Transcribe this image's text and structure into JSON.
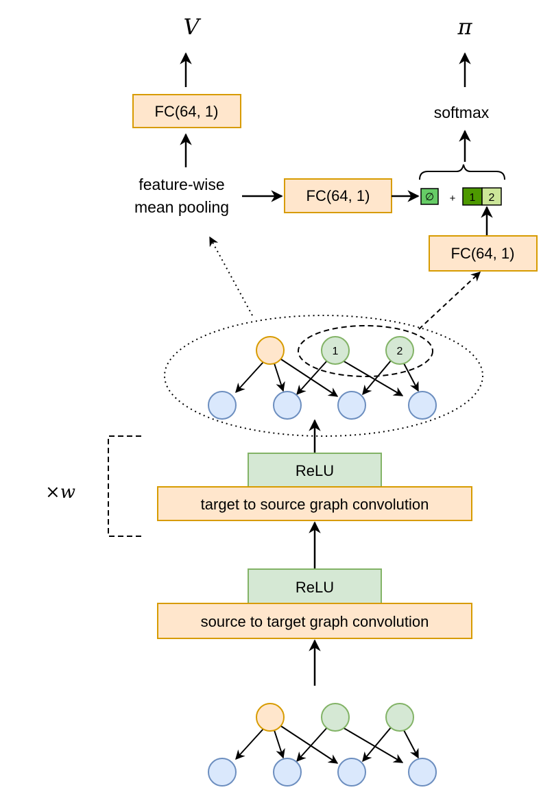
{
  "outputs": {
    "value_label": "V",
    "policy_label": "π"
  },
  "value_head": {
    "fc_label": "FC(64, 1)",
    "pooling_line1": "feature-wise",
    "pooling_line2": "mean pooling"
  },
  "policy_head": {
    "fc_mid_label": "FC(64, 1)",
    "fc_low_label": "FC(64, 1)",
    "softmax_label": "softmax",
    "null_symbol": "∅",
    "plus_symbol": "+",
    "action_1": "1",
    "action_2": "2"
  },
  "graph_top": {
    "node_1_label": "1",
    "node_2_label": "2"
  },
  "stack": {
    "repeat_label": "×w",
    "relu_upper": "ReLU",
    "conv_upper": "target to source graph convolution",
    "relu_lower": "ReLU",
    "conv_lower": "source to target graph convolution"
  },
  "colors": {
    "orange_fill": "#ffe6cc",
    "orange_stroke": "#d79b00",
    "green_fill": "#d5e8d4",
    "green_stroke": "#82b366",
    "blue_fill": "#dae8fc",
    "blue_stroke": "#6c8ebf",
    "null_fill": "#66cc66",
    "action1_fill": "#4d9900",
    "action2_fill": "#cce699"
  }
}
